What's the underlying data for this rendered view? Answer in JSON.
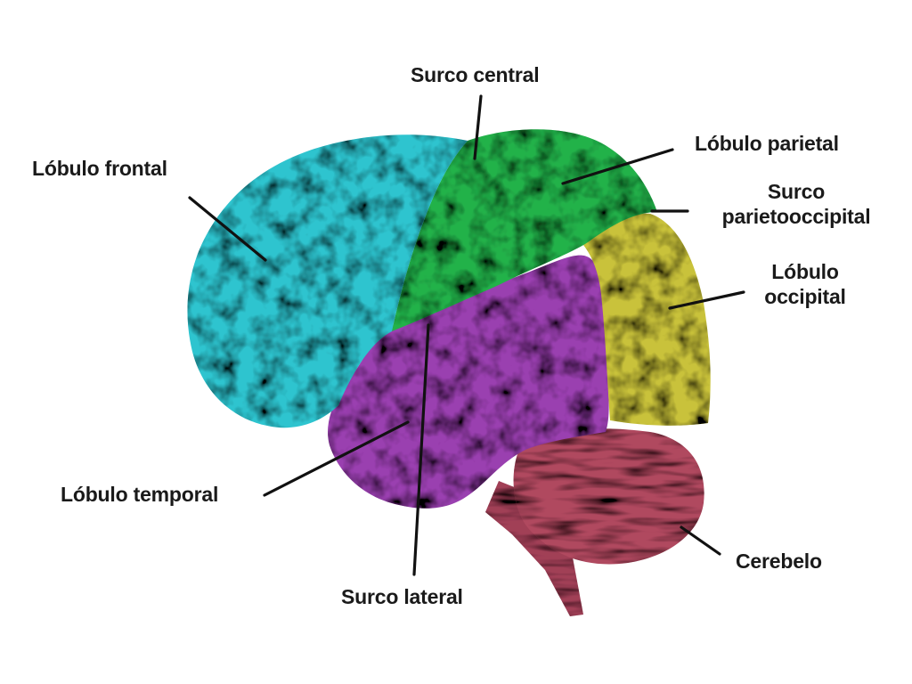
{
  "labels": {
    "central_sulcus": "Surco central",
    "frontal_lobe": "Lóbulo frontal",
    "parietal_lobe": "Lóbulo parietal",
    "parieto_occipital_sulcus": "Surco\nparietooccipital",
    "occipital_lobe": "Lóbulo\noccipital",
    "temporal_lobe": "Lóbulo temporal",
    "cerebellum": "Cerebelo",
    "lateral_sulcus": "Surco lateral"
  },
  "colors": {
    "frontal": "#2ec4cf",
    "parietal": "#22b24a",
    "occipital": "#c9c23a",
    "temporal": "#9a3fb0",
    "cerebellum": "#b0485f",
    "brainstem": "#a13f57"
  }
}
